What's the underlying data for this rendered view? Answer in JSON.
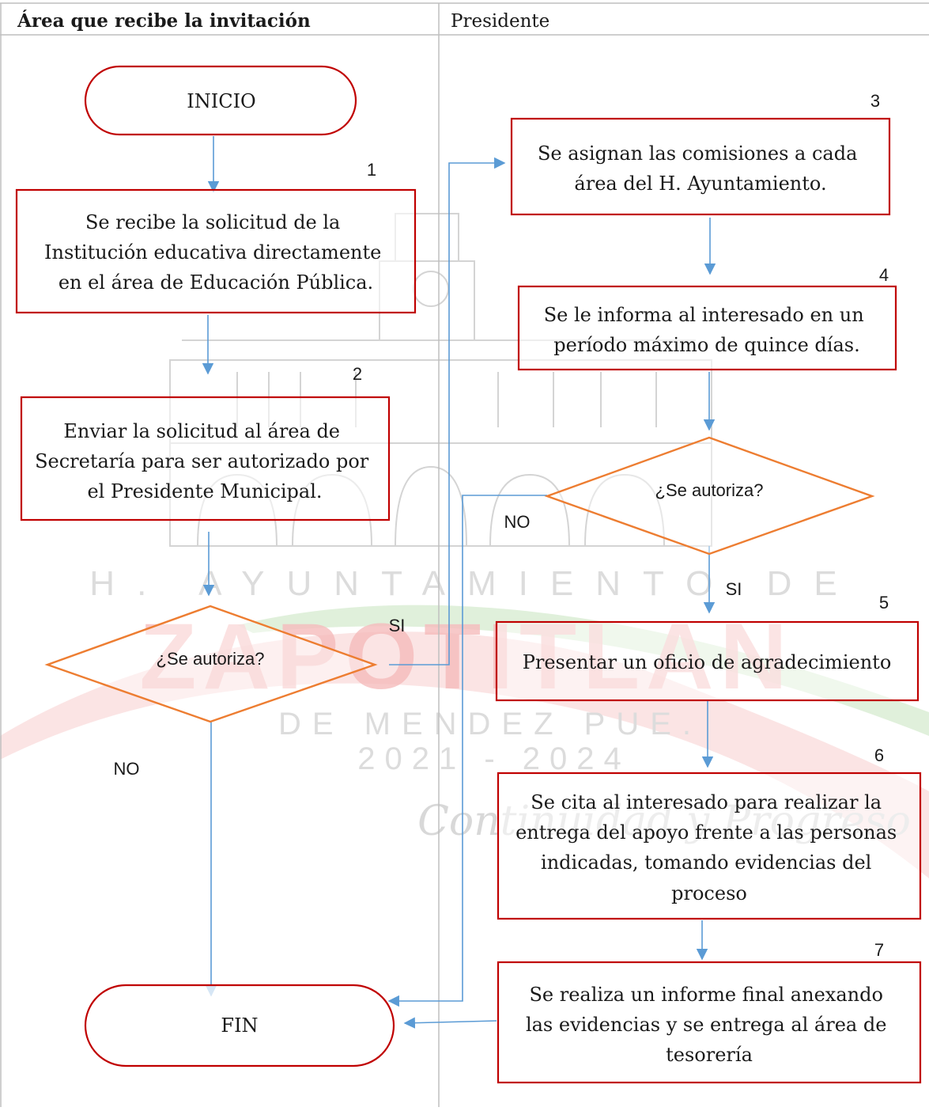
{
  "colors": {
    "box_border": "#c00000",
    "decision_border": "#ed7d31",
    "arrow": "#5b9bd5",
    "grid": "#bfbfbf",
    "text": "#1a1a1a",
    "watermark_red": "#f4a9a9",
    "watermark_green": "#cfe8c8",
    "watermark_gray": "#d9d9d9"
  },
  "lanes": {
    "left_header": "Área que recibe la invitación",
    "right_header": "Presidente"
  },
  "watermark": {
    "line1": "H. AYUNTAMIENTO DE",
    "line2": "ZAPOTITLAN",
    "line3": "DE MENDEZ PUE.",
    "line4": "2021 - 2024",
    "line5": "Continuidad y Progreso"
  },
  "nodes": {
    "start": "INICIO",
    "end": "FIN",
    "step1": {
      "number": "1",
      "lines": [
        "Se recibe la solicitud de la",
        "Institución educativa directamente",
        "en el área de Educación Pública."
      ]
    },
    "step2": {
      "number": "2",
      "lines": [
        "Enviar la solicitud al área de",
        "Secretaría para ser autorizado por",
        "el Presidente Municipal."
      ]
    },
    "decision1": {
      "label": "¿Se autoriza?",
      "yes": "SI",
      "no": "NO"
    },
    "step3": {
      "number": "3",
      "lines": [
        "Se asignan las comisiones a cada",
        "área del H. Ayuntamiento."
      ]
    },
    "step4": {
      "number": "4",
      "lines": [
        "Se le informa al interesado en un",
        "período máximo de quince días."
      ]
    },
    "decision2": {
      "label": "¿Se autoriza?",
      "yes": "SI",
      "no": "NO"
    },
    "step5": {
      "number": "5",
      "lines": [
        "Presentar un oficio de agradecimiento"
      ]
    },
    "step6": {
      "number": "6",
      "lines": [
        "Se cita al interesado para realizar la",
        "entrega del apoyo frente a las personas",
        "indicadas, tomando evidencias del",
        "proceso"
      ]
    },
    "step7": {
      "number": "7",
      "lines": [
        "Se realiza un informe final anexando",
        "las evidencias y se entrega al área de",
        "tesorería"
      ]
    }
  }
}
